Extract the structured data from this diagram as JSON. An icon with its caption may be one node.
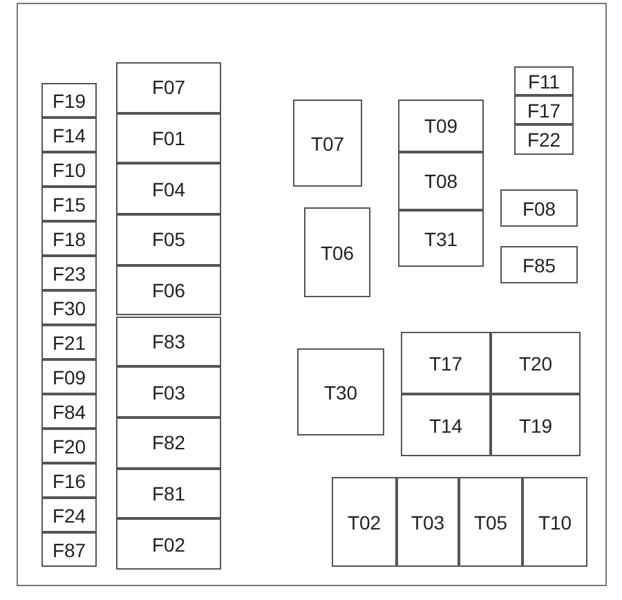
{
  "diagram": {
    "nodes": [
      {
        "text": [
          "F19"
        ]
      },
      {
        "text": [
          "F14"
        ]
      },
      {
        "text": [
          "F10"
        ]
      },
      {
        "text": [
          "F15"
        ]
      },
      {
        "text": [
          "F18"
        ]
      },
      {
        "text": [
          "F23"
        ]
      },
      {
        "text": [
          "F30"
        ]
      },
      {
        "text": [
          "F21"
        ]
      },
      {
        "text": [
          "F09"
        ]
      },
      {
        "text": [
          "F84"
        ]
      },
      {
        "text": [
          "F20"
        ]
      },
      {
        "text": [
          "F16"
        ]
      },
      {
        "text": [
          "F24"
        ]
      },
      {
        "text": [
          "F87"
        ]
      },
      {
        "text": [
          "F07"
        ]
      },
      {
        "text": [
          "F01"
        ]
      },
      {
        "text": [
          "F04"
        ]
      },
      {
        "text": [
          "F05"
        ]
      },
      {
        "text": [
          "F06"
        ]
      },
      {
        "text": [
          "F83"
        ]
      },
      {
        "text": [
          "F03"
        ]
      },
      {
        "text": [
          "F82"
        ]
      },
      {
        "text": [
          "F81"
        ]
      },
      {
        "text": [
          "F02"
        ]
      },
      {
        "text": [
          "T07"
        ]
      },
      {
        "text": [
          "T09"
        ]
      },
      {
        "text": [
          "T08"
        ]
      },
      {
        "text": [
          "T31"
        ]
      },
      {
        "text": [
          "F11"
        ]
      },
      {
        "text": [
          "F17"
        ]
      },
      {
        "text": [
          "F22"
        ]
      },
      {
        "text": [
          "T06"
        ]
      },
      {
        "text": [
          "F08"
        ]
      },
      {
        "text": [
          "F85"
        ]
      },
      {
        "text": [
          "T30"
        ]
      },
      {
        "text": [
          "T17"
        ]
      },
      {
        "text": [
          "T20"
        ]
      },
      {
        "text": [
          "T14"
        ]
      },
      {
        "text": [
          "T19"
        ]
      },
      {
        "text": [
          "T02"
        ]
      },
      {
        "text": [
          "T03"
        ]
      },
      {
        "text": [
          "T05"
        ]
      },
      {
        "text": [
          "T10"
        ]
      }
    ]
  }
}
